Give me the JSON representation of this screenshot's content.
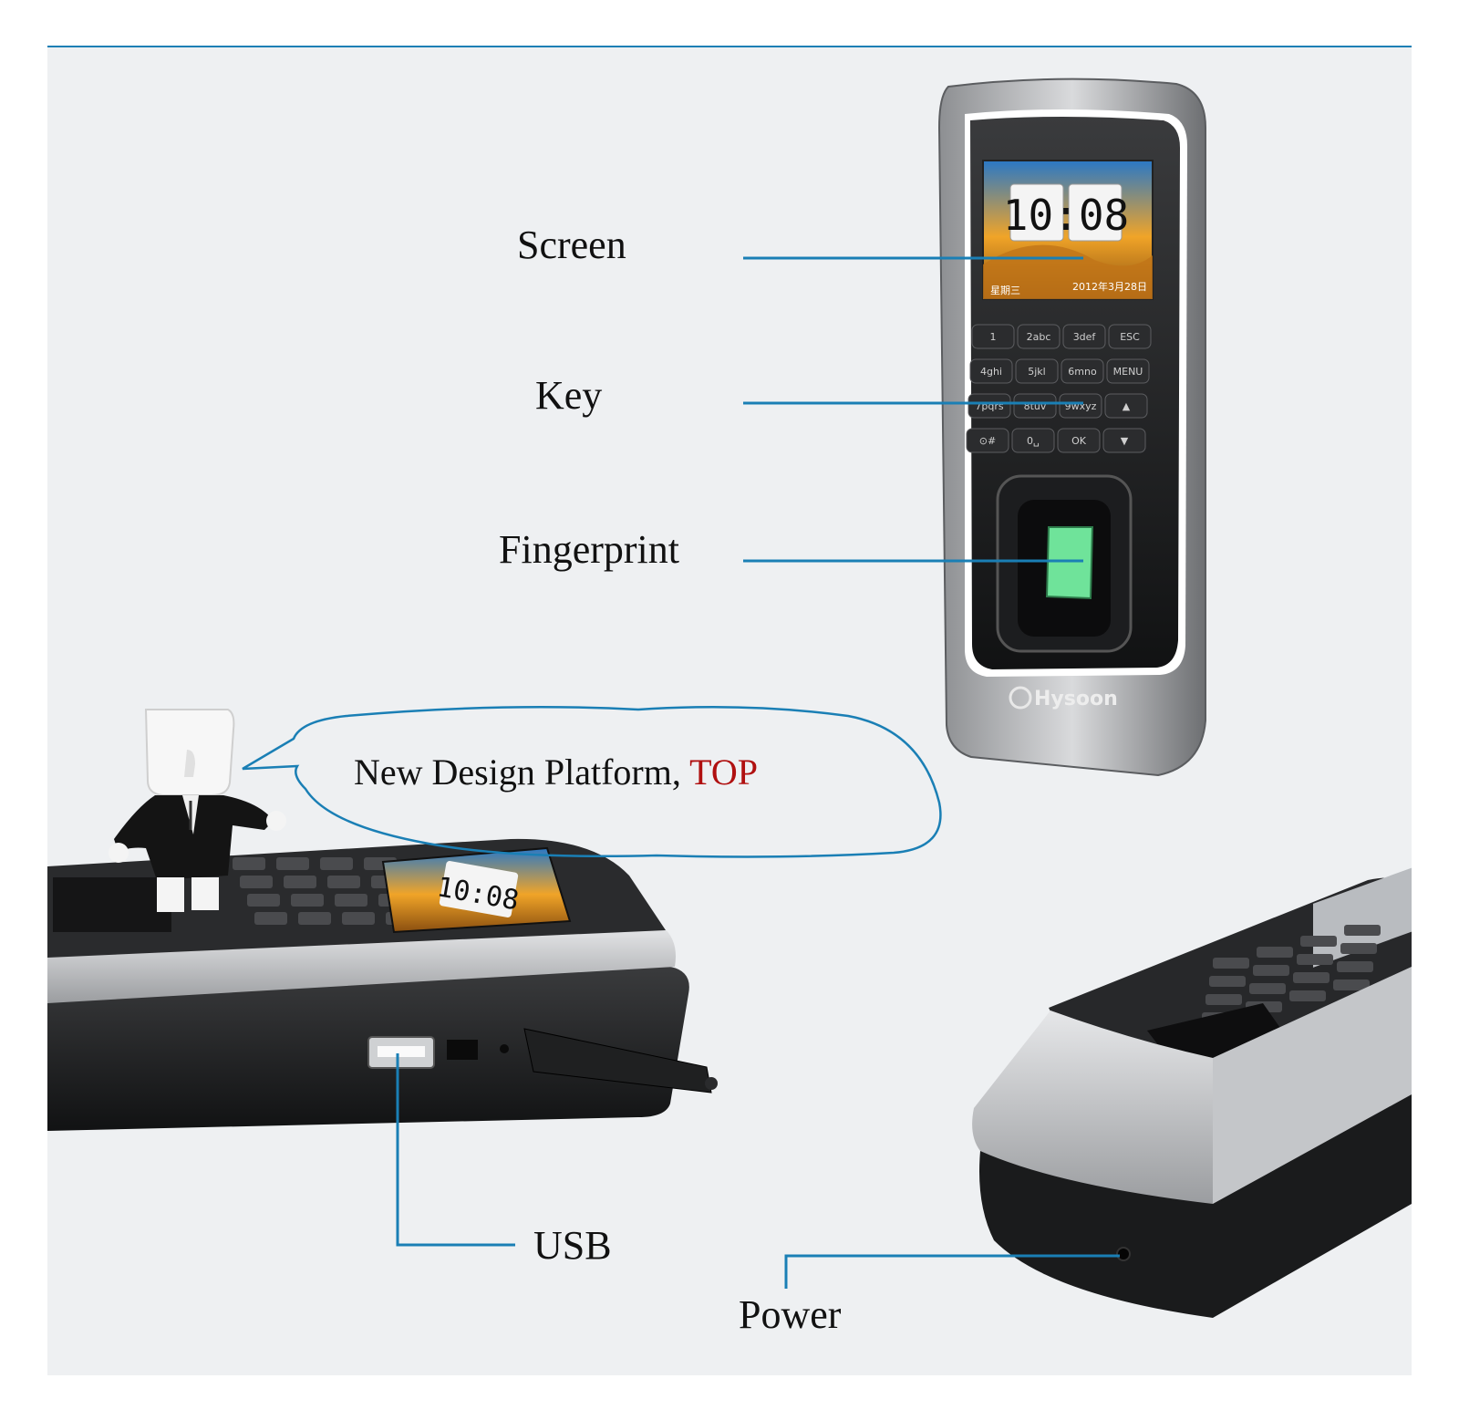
{
  "labels": {
    "screen": "Screen",
    "key": "Key",
    "fingerprint": "Fingerprint",
    "usb": "USB",
    "power": "Power"
  },
  "bubble": {
    "text_main": "New Design Platform, ",
    "text_accent": "TOP"
  },
  "device": {
    "brand": "Hysoon",
    "clock": "10:08",
    "lcd_date": "2012年3月28日",
    "lcd_day": "星期三",
    "keypad": [
      [
        "1",
        "2abc",
        "3def",
        "ESC"
      ],
      [
        "4ghi",
        "5jkl",
        "6mno",
        "MENU"
      ],
      [
        "7pqrs",
        "8tuv",
        "9wxyz",
        "▲"
      ],
      [
        "⊙#",
        "0␣",
        "OK",
        "▼"
      ]
    ]
  },
  "colors": {
    "frame_line": "#1a7fb5",
    "leader_line": "#1a7fb5",
    "background": "#eef0f2",
    "accent_text": "#b01010",
    "fingerprint_sensor": "#6fe39a"
  }
}
